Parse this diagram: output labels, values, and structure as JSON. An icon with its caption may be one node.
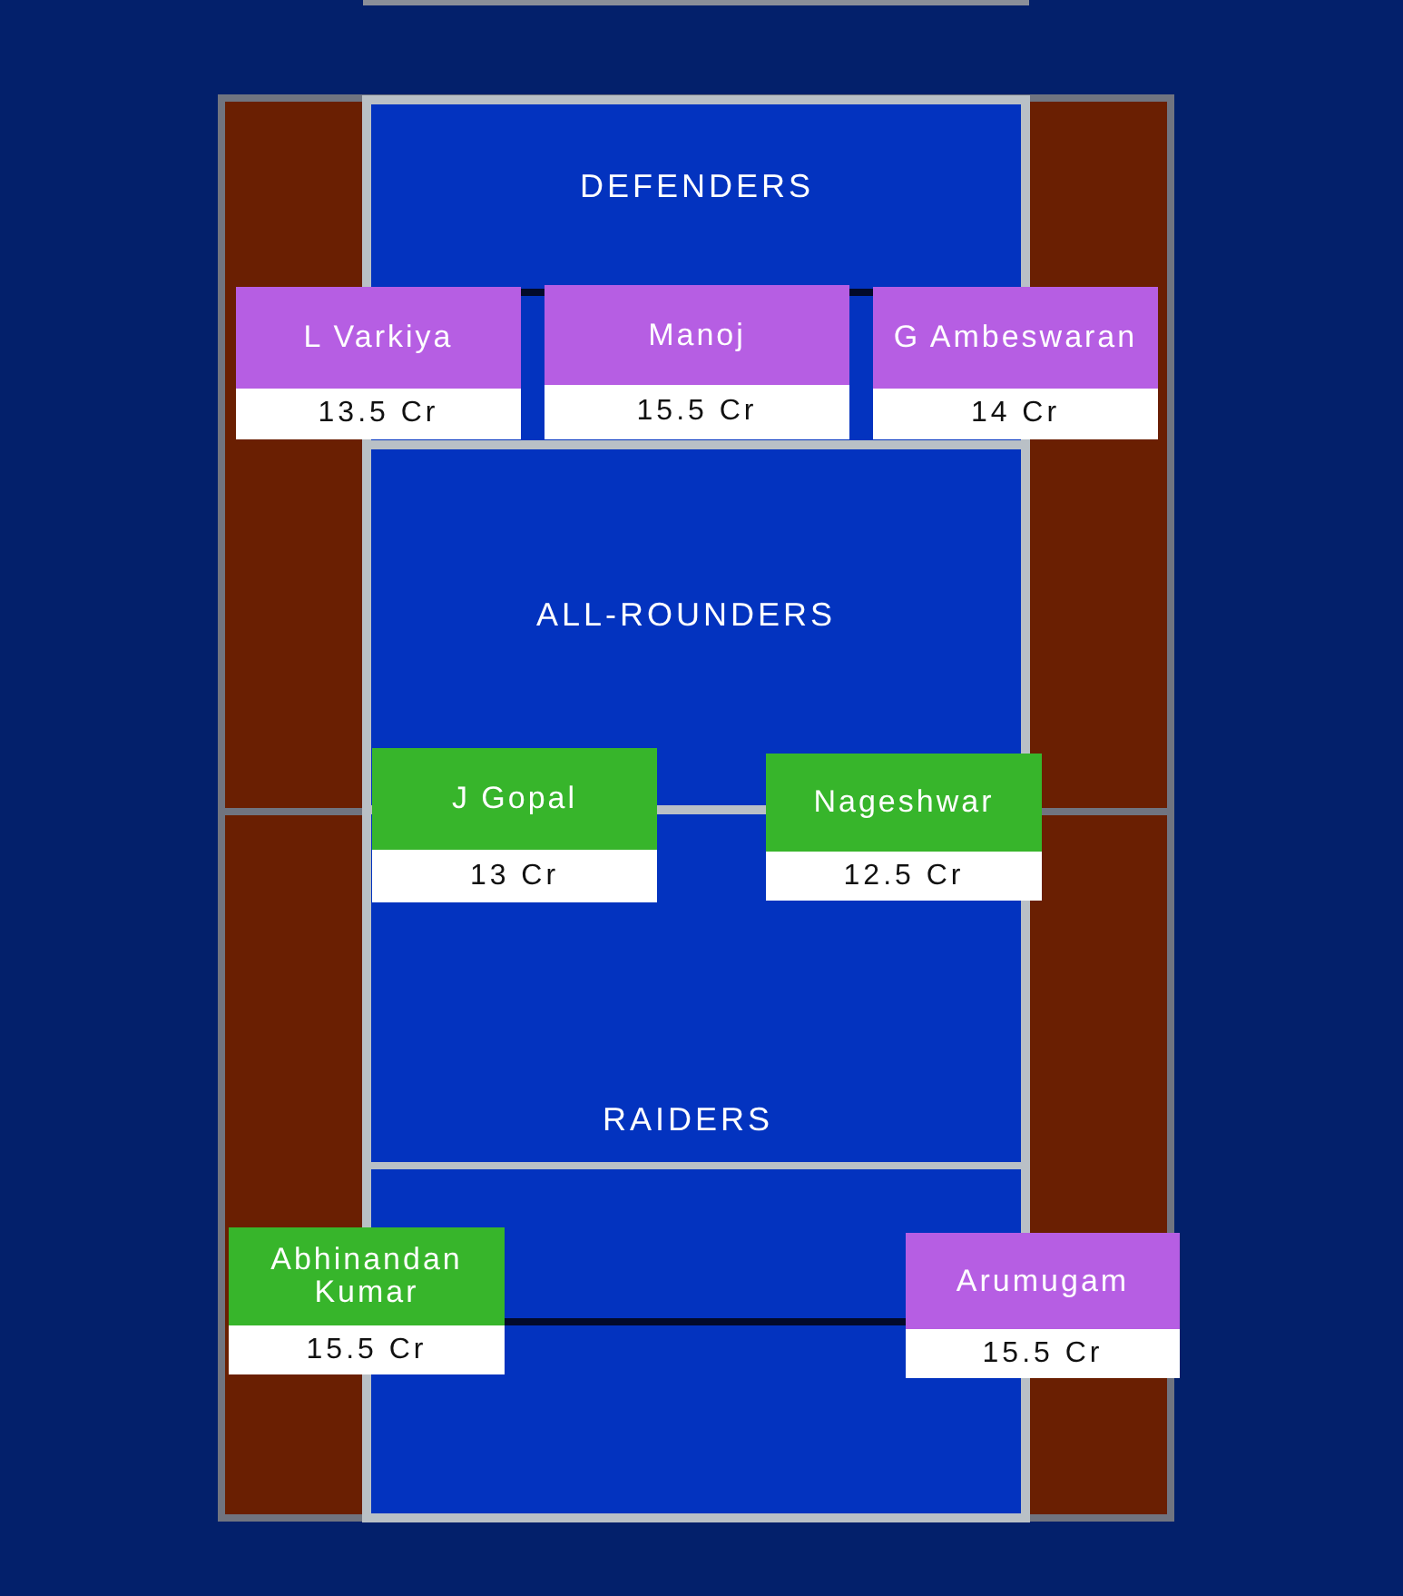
{
  "diagram": {
    "nodes": [
      {
        "text": [
          "L Varkiya",
          "13.5 Cr"
        ]
      },
      {
        "text": [
          "Manoj",
          "15.5 Cr"
        ]
      },
      {
        "text": [
          "G Ambeswaran",
          "14 Cr"
        ]
      },
      {
        "text": [
          "J Gopal",
          "13 Cr"
        ]
      },
      {
        "text": [
          "Nageshwar",
          "12.5 Cr"
        ]
      },
      {
        "text": [
          "Abhinandan Kumar",
          "15.5 Cr"
        ]
      },
      {
        "text": [
          "Arumugam",
          "15.5 Cr"
        ]
      }
    ],
    "labels": [
      "DEFENDERS",
      "ALL-ROUNDERS",
      "RAIDERS"
    ]
  }
}
